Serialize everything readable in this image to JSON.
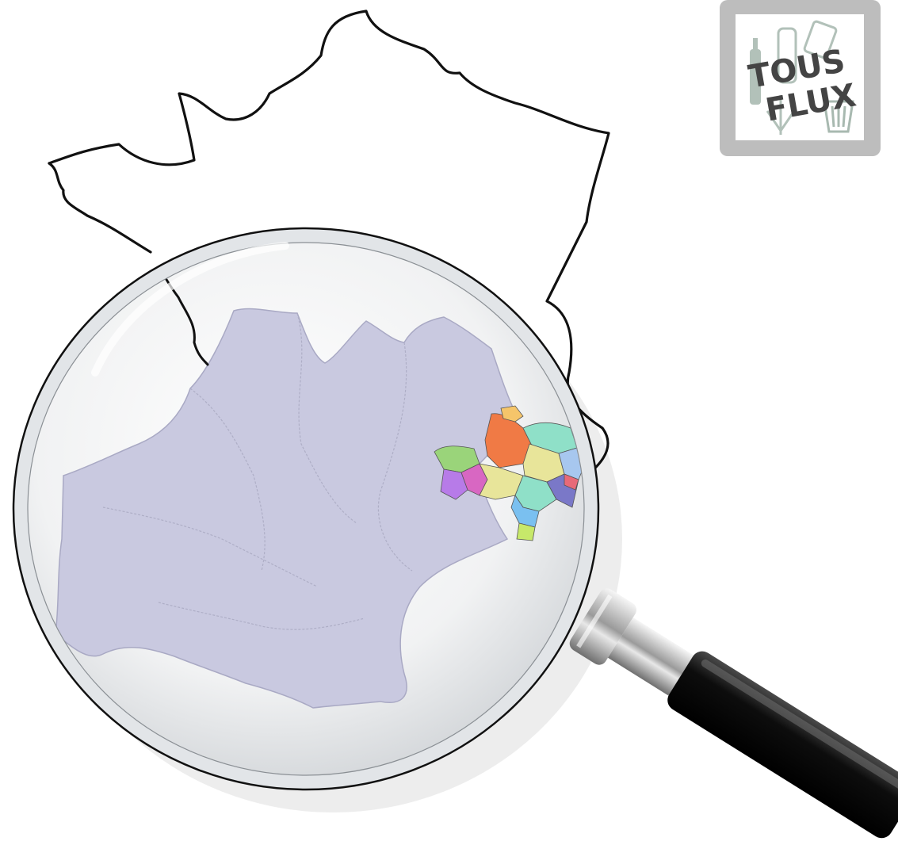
{
  "badge": {
    "line1": "TOUS",
    "line2": "FLUX",
    "icon_names": [
      "bottle-icon",
      "can-icon",
      "recycle-bin-icon",
      "recycling-arrows-icon"
    ]
  },
  "map": {
    "country_outline": "france-outline",
    "highlighted_region": "occitanie-region",
    "highlight_fill": "#c9c9e0",
    "detail_zone_colors": [
      "#9ad47a",
      "#f07a45",
      "#8fe0c8",
      "#e8e59a",
      "#b77be8",
      "#d867c2",
      "#a7c7ef",
      "#7ac0f0",
      "#7a78c8",
      "#e86a78",
      "#c7e86a",
      "#f5c56a"
    ]
  },
  "colors": {
    "outline": "#111111",
    "lens_rim": "#d9dde0",
    "handle": "#1c1c1c",
    "chrome": "#c9c9c9",
    "badge_frame": "#bdbdbd",
    "badge_text": "#444444"
  }
}
